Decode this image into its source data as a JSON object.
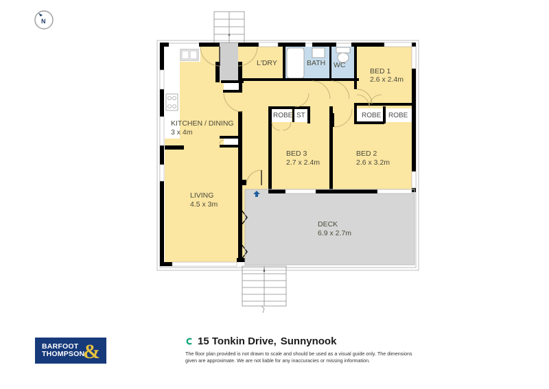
{
  "compass": {
    "label": "N",
    "icon": "north-arrow-icon"
  },
  "rooms": {
    "kitchen_dining": {
      "name": "KITCHEN / DINING",
      "dims": "3 x 4m"
    },
    "laundry": {
      "name": "L'DRY"
    },
    "bath": {
      "name": "BATH"
    },
    "wc": {
      "name": "WC"
    },
    "bed1": {
      "name": "BED 1",
      "dims": "2.6 x 2.4m"
    },
    "bed2": {
      "name": "BED 2",
      "dims": "2.6 x 3.2m"
    },
    "bed3": {
      "name": "BED 3",
      "dims": "2.7 x 2.4m"
    },
    "robe_bed3": {
      "name": "ROBE"
    },
    "storage": {
      "name": "ST"
    },
    "robe_bed2_a": {
      "name": "ROBE"
    },
    "robe_bed2_b": {
      "name": "ROBE"
    },
    "living": {
      "name": "LIVING",
      "dims": "4.5 x 3m"
    },
    "deck": {
      "name": "DECK",
      "dims": "6.9 x 2.7m"
    }
  },
  "colors": {
    "room_fill": "#fbe6a2",
    "wet_fill": "#c6dcec",
    "deck_fill": "#d6d6d6",
    "wall": "#000000",
    "entry_arrow": "#1f5fa0",
    "brand_navy": "#173a7a",
    "brand_gold": "#e8c33c",
    "brand_green": "#1aa87c"
  },
  "footer": {
    "logo": {
      "line1": "BARFOOT",
      "line2": "THOMPSON",
      "amp": "&"
    },
    "address": {
      "street": "15 Tonkin Drive",
      "separator": ",",
      "suburb": "Sunnynook"
    },
    "disclaimer": "The floor plan provided is not drawn to scale and should be used as a visual guide only. The dimensions given are approximate. We are not liable for any inaccuracies or missing information."
  }
}
